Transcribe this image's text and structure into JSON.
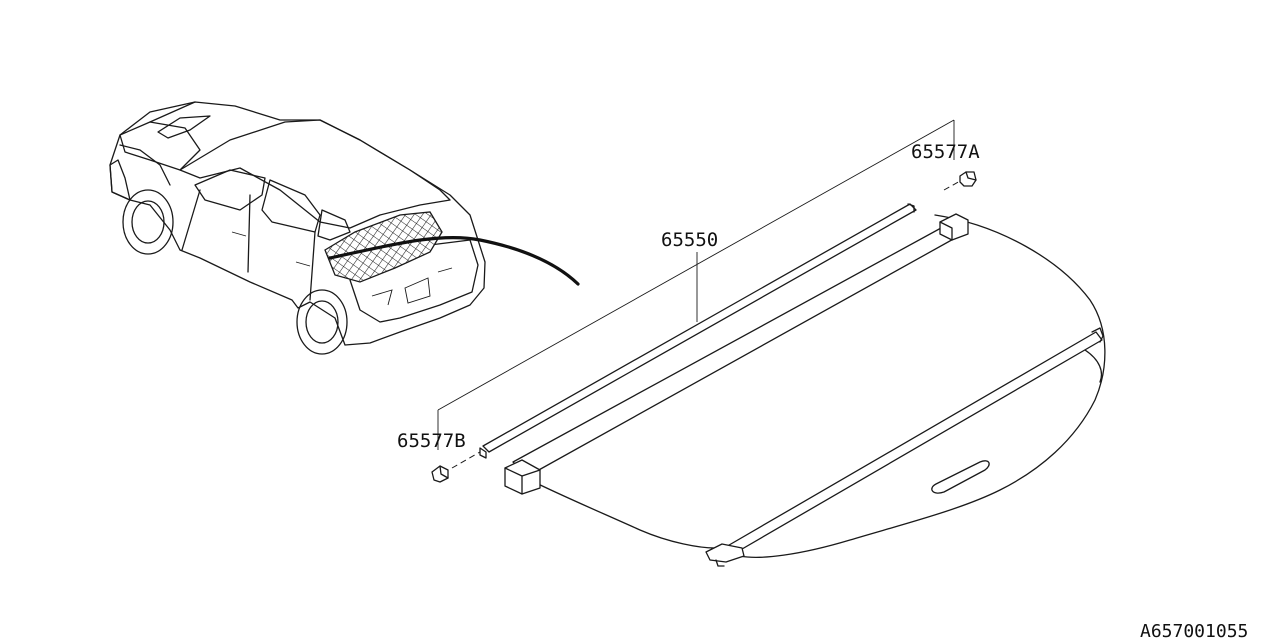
{
  "diagram": {
    "parts": [
      {
        "id": "cover-assembly",
        "label": "65550"
      },
      {
        "id": "holder-a",
        "label": "65577A"
      },
      {
        "id": "holder-b",
        "label": "65577B"
      }
    ],
    "illustration_code": "A657001055"
  },
  "colors": {
    "line": "#1a1a1a",
    "background": "#ffffff",
    "net_fill": "#9a9a9a"
  }
}
